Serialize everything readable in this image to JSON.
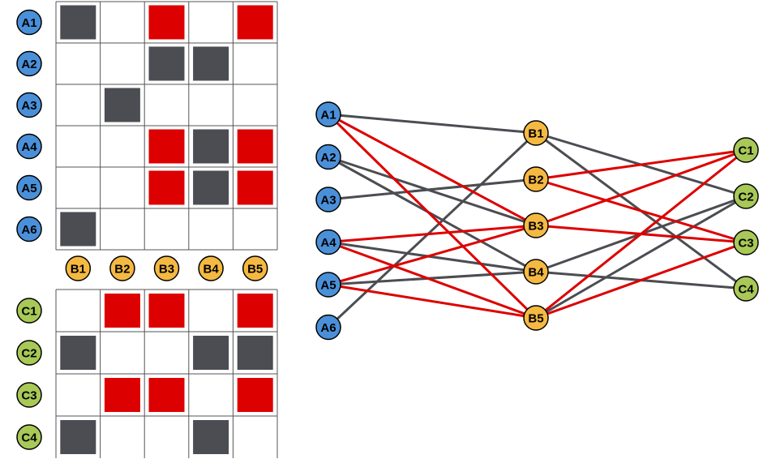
{
  "colors": {
    "group_a": "#4a90d9",
    "group_b": "#f5b942",
    "group_c": "#a8c957",
    "edge_gray": "#4b4d52",
    "edge_red": "#dd0000",
    "cell_gray": "#4b4d52",
    "cell_red": "#dd0000"
  },
  "matrix_top": {
    "rows": [
      "A1",
      "A2",
      "A3",
      "A4",
      "A5",
      "A6"
    ],
    "cols": [
      "B1",
      "B2",
      "B3",
      "B4",
      "B5"
    ],
    "cells": [
      [
        "gray",
        "",
        "red",
        "",
        "red"
      ],
      [
        "",
        "",
        "gray",
        "gray",
        ""
      ],
      [
        "",
        "gray",
        "",
        "",
        ""
      ],
      [
        "",
        "",
        "red",
        "gray",
        "red"
      ],
      [
        "",
        "",
        "red",
        "gray",
        "red"
      ],
      [
        "gray",
        "",
        "",
        "",
        ""
      ]
    ]
  },
  "matrix_bottom": {
    "rows": [
      "C1",
      "C2",
      "C3",
      "C4"
    ],
    "cols": [
      "B1",
      "B2",
      "B3",
      "B4",
      "B5"
    ],
    "cells": [
      [
        "",
        "red",
        "red",
        "",
        "red"
      ],
      [
        "gray",
        "",
        "",
        "gray",
        "gray"
      ],
      [
        "",
        "red",
        "red",
        "",
        "red"
      ],
      [
        "gray",
        "",
        "",
        "gray",
        ""
      ]
    ]
  },
  "graph": {
    "left_nodes": [
      "A1",
      "A2",
      "A3",
      "A4",
      "A5",
      "A6"
    ],
    "middle_nodes": [
      "B1",
      "B2",
      "B3",
      "B4",
      "B5"
    ],
    "right_nodes": [
      "C1",
      "C2",
      "C3",
      "C4"
    ],
    "edges_ab": [
      {
        "from": "A1",
        "to": "B1",
        "color": "gray"
      },
      {
        "from": "A1",
        "to": "B3",
        "color": "red"
      },
      {
        "from": "A1",
        "to": "B5",
        "color": "red"
      },
      {
        "from": "A2",
        "to": "B3",
        "color": "gray"
      },
      {
        "from": "A2",
        "to": "B4",
        "color": "gray"
      },
      {
        "from": "A3",
        "to": "B2",
        "color": "gray"
      },
      {
        "from": "A4",
        "to": "B3",
        "color": "red"
      },
      {
        "from": "A4",
        "to": "B4",
        "color": "gray"
      },
      {
        "from": "A4",
        "to": "B5",
        "color": "red"
      },
      {
        "from": "A5",
        "to": "B3",
        "color": "red"
      },
      {
        "from": "A5",
        "to": "B4",
        "color": "gray"
      },
      {
        "from": "A5",
        "to": "B5",
        "color": "red"
      },
      {
        "from": "A6",
        "to": "B1",
        "color": "gray"
      }
    ],
    "edges_bc": [
      {
        "from": "B1",
        "to": "C2",
        "color": "gray"
      },
      {
        "from": "B1",
        "to": "C4",
        "color": "gray"
      },
      {
        "from": "B2",
        "to": "C1",
        "color": "red"
      },
      {
        "from": "B2",
        "to": "C3",
        "color": "red"
      },
      {
        "from": "B3",
        "to": "C1",
        "color": "red"
      },
      {
        "from": "B3",
        "to": "C3",
        "color": "red"
      },
      {
        "from": "B4",
        "to": "C2",
        "color": "gray"
      },
      {
        "from": "B4",
        "to": "C4",
        "color": "gray"
      },
      {
        "from": "B5",
        "to": "C1",
        "color": "red"
      },
      {
        "from": "B5",
        "to": "C2",
        "color": "gray"
      },
      {
        "from": "B5",
        "to": "C3",
        "color": "red"
      }
    ]
  }
}
